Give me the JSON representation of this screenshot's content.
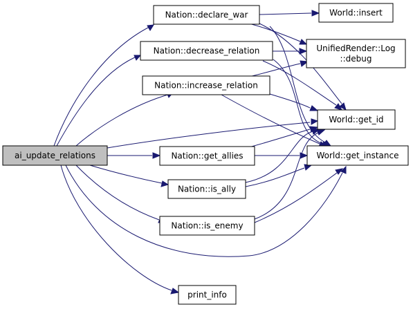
{
  "graph": {
    "edge_color": "#191970",
    "root_fill": "#bfbfbf",
    "node_fill": "#ffffff",
    "nodes": {
      "root": "ai_update_relations",
      "declare_war": "Nation::declare_war",
      "decrease_relation": "Nation::decrease_relation",
      "increase_relation": "Nation::increase_relation",
      "get_allies": "Nation::get_allies",
      "is_ally": "Nation::is_ally",
      "is_enemy": "Nation::is_enemy",
      "print_info": "print_info",
      "world_insert": "World::insert",
      "log_debug_line1": "UnifiedRender::Log",
      "log_debug_line2": "::debug",
      "get_id": "World::get_id",
      "get_instance": "World::get_instance"
    }
  }
}
